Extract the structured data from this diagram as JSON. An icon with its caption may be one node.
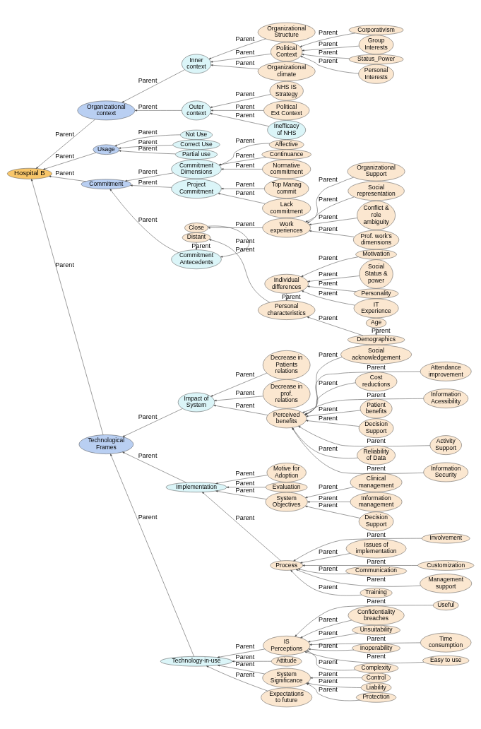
{
  "diagram": {
    "nodes": [
      {
        "text": [
          "Hospital B"
        ]
      },
      {
        "text": [
          "Organizational context"
        ]
      },
      {
        "text": [
          "Usage"
        ]
      },
      {
        "text": [
          "Partial use"
        ]
      },
      {
        "text": [
          "Not Use"
        ]
      },
      {
        "text": [
          "Correct Use"
        ]
      },
      {
        "text": [
          "Commitment"
        ]
      },
      {
        "text": [
          "Technological Frames"
        ]
      },
      {
        "text": [
          "Outer context"
        ]
      },
      {
        "text": [
          "Inner context"
        ]
      },
      {
        "text": [
          "NHS IS Strategy"
        ]
      },
      {
        "text": [
          "Political Ext Context"
        ]
      },
      {
        "text": [
          "Inefficacy of NHS"
        ]
      },
      {
        "text": [
          "Organizational Structure"
        ]
      },
      {
        "text": [
          "Political Context"
        ]
      },
      {
        "text": [
          "Organizational climate"
        ]
      },
      {
        "text": [
          "Project Commitment"
        ]
      },
      {
        "text": [
          "Lack commitment"
        ]
      },
      {
        "text": [
          "Top Manag commit"
        ]
      },
      {
        "text": [
          "Commitment Dimensions"
        ]
      },
      {
        "text": [
          "Affective"
        ]
      },
      {
        "text": [
          "Continuance"
        ]
      },
      {
        "text": [
          "Normative commitment"
        ]
      },
      {
        "text": [
          "Technology-in-use"
        ]
      },
      {
        "text": [
          "Attitude"
        ]
      },
      {
        "text": [
          "System Significance"
        ]
      },
      {
        "text": [
          "Expectations to future"
        ]
      },
      {
        "text": [
          "Liability"
        ]
      },
      {
        "text": [
          "Protection"
        ]
      },
      {
        "text": [
          "Control"
        ]
      },
      {
        "text": [
          "Impact of System"
        ]
      },
      {
        "text": [
          "Decrease in Patients relations"
        ]
      },
      {
        "text": [
          "Decrease in prof. relations"
        ]
      },
      {
        "text": [
          "Group Interests"
        ]
      },
      {
        "text": [
          "Status_Power"
        ]
      },
      {
        "text": [
          "Personal Interests"
        ]
      },
      {
        "text": [
          "Corporativism"
        ]
      },
      {
        "text": [
          "Commitment Antecedents"
        ]
      },
      {
        "text": [
          "Close"
        ]
      },
      {
        "text": [
          "Distant"
        ]
      },
      {
        "text": [
          "Personal characteristics"
        ]
      },
      {
        "text": [
          "Demographics"
        ]
      },
      {
        "text": [
          "Age"
        ]
      },
      {
        "text": [
          "Work experiences"
        ]
      },
      {
        "text": [
          "Social representation"
        ]
      },
      {
        "text": [
          "Conflict & role ambiguity"
        ]
      },
      {
        "text": [
          "Prof. work's dimensions"
        ]
      },
      {
        "text": [
          "Organizational Support"
        ]
      },
      {
        "text": [
          "Individual differences"
        ]
      },
      {
        "text": [
          "Social Status & power"
        ]
      },
      {
        "text": [
          "Personality"
        ]
      },
      {
        "text": [
          "IT Experience"
        ]
      },
      {
        "text": [
          "Motivation"
        ]
      },
      {
        "text": [
          "IS Perceptions"
        ]
      },
      {
        "text": [
          "Unsuitability"
        ]
      },
      {
        "text": [
          "Time consumption"
        ]
      },
      {
        "text": [
          "Inoperability"
        ]
      },
      {
        "text": [
          "Easy to use"
        ]
      },
      {
        "text": [
          "Complexity"
        ]
      },
      {
        "text": [
          "Useful"
        ]
      },
      {
        "text": [
          "Confidentiality breaches"
        ]
      },
      {
        "text": [
          "Implementation"
        ]
      },
      {
        "text": [
          "Motive for Adoption"
        ]
      },
      {
        "text": [
          "Evaluation"
        ]
      },
      {
        "text": [
          "System Objectives"
        ]
      },
      {
        "text": [
          "Decision Support"
        ]
      },
      {
        "text": [
          "Clinical management"
        ]
      },
      {
        "text": [
          "Information management"
        ]
      },
      {
        "text": [
          "Process"
        ]
      },
      {
        "text": [
          "Training"
        ]
      },
      {
        "text": [
          "Involvement"
        ]
      },
      {
        "text": [
          "Issues of implementation"
        ]
      },
      {
        "text": [
          "Customization"
        ]
      },
      {
        "text": [
          "Communication"
        ]
      },
      {
        "text": [
          "Management support"
        ]
      },
      {
        "text": [
          "Perceived benefits"
        ]
      },
      {
        "text": [
          "Decision Support"
        ]
      },
      {
        "text": [
          "Activity Support"
        ]
      },
      {
        "text": [
          "Reliability of Data"
        ]
      },
      {
        "text": [
          "Information Security"
        ]
      },
      {
        "text": [
          "Social acknowledgement"
        ]
      },
      {
        "text": [
          "Attendance improvement"
        ]
      },
      {
        "text": [
          "Cost reductions"
        ]
      },
      {
        "text": [
          "Information Acessibility"
        ]
      },
      {
        "text": [
          "Patient benefits"
        ]
      }
    ],
    "edges": [
      {
        "from": 1,
        "to": 0,
        "arrow": "to",
        "label": "Parent"
      },
      {
        "from": 2,
        "to": 0,
        "arrow": "to",
        "label": "Parent"
      },
      {
        "from": 3,
        "to": 2,
        "arrow": "to",
        "label": "Parent"
      },
      {
        "from": 4,
        "to": 2,
        "arrow": "to",
        "label": "Parent"
      },
      {
        "from": 5,
        "to": 2,
        "arrow": "to",
        "label": "Parent"
      },
      {
        "from": 6,
        "to": 0,
        "arrow": "to",
        "label": "Parent"
      },
      {
        "from": 7,
        "to": 0,
        "arrow": "to",
        "label": "Parent"
      },
      {
        "from": 8,
        "to": 1,
        "arrow": "to",
        "label": "Parent"
      },
      {
        "from": 9,
        "to": 1,
        "arrow": "to",
        "label": "Parent"
      },
      {
        "from": 10,
        "to": 8,
        "arrow": "to",
        "label": "Parent"
      },
      {
        "from": 11,
        "to": 8,
        "arrow": "to",
        "label": "Parent"
      },
      {
        "from": 12,
        "to": 8,
        "arrow": "to",
        "label": "Parent"
      },
      {
        "from": 13,
        "to": 9,
        "arrow": "to",
        "label": "Parent"
      },
      {
        "from": 14,
        "to": 9,
        "arrow": "to",
        "label": "Parent"
      },
      {
        "from": 15,
        "to": 9,
        "arrow": "to",
        "label": "Parent"
      },
      {
        "from": 16,
        "to": 6,
        "arrow": "to",
        "label": "Parent"
      },
      {
        "from": 17,
        "to": 16,
        "arrow": "to",
        "label": "Parent"
      },
      {
        "from": 18,
        "to": 16,
        "arrow": "to",
        "label": "Parent"
      },
      {
        "from": 19,
        "to": 6,
        "arrow": "to",
        "label": "Parent"
      },
      {
        "from": 20,
        "to": 19,
        "arrow": "to",
        "label": "Parent"
      },
      {
        "from": 21,
        "to": 19,
        "arrow": "to",
        "label": "Parent"
      },
      {
        "from": 22,
        "to": 19,
        "arrow": "to",
        "label": "Parent"
      },
      {
        "from": 37,
        "to": 6,
        "arrow": "to",
        "label": "Parent"
      },
      {
        "from": 23,
        "to": 7,
        "arrow": "to",
        "label": "Parent"
      },
      {
        "from": 24,
        "to": 23,
        "arrow": "to",
        "label": "Parent"
      },
      {
        "from": 25,
        "to": 23,
        "arrow": "to",
        "label": "Parent"
      },
      {
        "from": 26,
        "to": 23,
        "arrow": "to",
        "label": "Parent"
      },
      {
        "from": 27,
        "to": 25,
        "arrow": "to",
        "label": "Parent"
      },
      {
        "from": 28,
        "to": 25,
        "arrow": "to",
        "label": "Parent"
      },
      {
        "from": 29,
        "to": 25,
        "arrow": "to",
        "label": "Parent"
      },
      {
        "from": 53,
        "to": 23,
        "arrow": "to",
        "label": "Parent"
      },
      {
        "from": 30,
        "to": 7,
        "arrow": "to",
        "label": "Parent"
      },
      {
        "from": 31,
        "to": 30,
        "arrow": "to",
        "label": "Parent"
      },
      {
        "from": 32,
        "to": 30,
        "arrow": "to",
        "label": "Parent"
      },
      {
        "from": 61,
        "to": 7,
        "arrow": "to",
        "label": "Parent"
      },
      {
        "from": 75,
        "to": 30,
        "arrow": "to",
        "label": "Parent"
      },
      {
        "from": 33,
        "to": 14,
        "arrow": "to",
        "label": "Parent"
      },
      {
        "from": 34,
        "to": 14,
        "arrow": "to",
        "label": "Parent"
      },
      {
        "from": 35,
        "to": 14,
        "arrow": "to",
        "label": "Parent"
      },
      {
        "from": 36,
        "to": 14,
        "arrow": "to",
        "label": "Parent"
      },
      {
        "from": 38,
        "to": 37,
        "arrow": "to",
        "label": "Parent"
      },
      {
        "from": 39,
        "to": 37,
        "arrow": "to",
        "label": "Parent"
      },
      {
        "from": 43,
        "to": 38,
        "arrow": "to",
        "label": "Parent"
      },
      {
        "from": 40,
        "to": 39,
        "arrow": "to",
        "label": "Parent"
      },
      {
        "from": 41,
        "to": 40,
        "arrow": "to",
        "label": "Parent"
      },
      {
        "from": 42,
        "to": 41,
        "arrow": "to",
        "label": "Parent"
      },
      {
        "from": 48,
        "to": 40,
        "arrow": "to",
        "label": "Parent"
      },
      {
        "from": 44,
        "to": 43,
        "arrow": "to",
        "label": "Parent"
      },
      {
        "from": 45,
        "to": 43,
        "arrow": "to",
        "label": "Parent"
      },
      {
        "from": 46,
        "to": 43,
        "arrow": "to",
        "label": "Parent"
      },
      {
        "from": 47,
        "to": 43,
        "arrow": "to",
        "label": "Parent"
      },
      {
        "from": 49,
        "to": 48,
        "arrow": "to",
        "label": "Parent"
      },
      {
        "from": 50,
        "to": 48,
        "arrow": "to",
        "label": "Parent"
      },
      {
        "from": 51,
        "to": 48,
        "arrow": "to",
        "label": "Parent"
      },
      {
        "from": 52,
        "to": 48,
        "arrow": "to",
        "label": "Parent"
      },
      {
        "from": 54,
        "to": 53,
        "arrow": "to",
        "label": "Parent"
      },
      {
        "from": 55,
        "to": 53,
        "arrow": "to",
        "label": "Parent"
      },
      {
        "from": 56,
        "to": 53,
        "arrow": "to",
        "label": "Parent"
      },
      {
        "from": 57,
        "to": 53,
        "arrow": "to",
        "label": "Parent"
      },
      {
        "from": 58,
        "to": 53,
        "arrow": "to",
        "label": "Parent"
      },
      {
        "from": 59,
        "to": 53,
        "arrow": "to",
        "label": "Parent"
      },
      {
        "from": 60,
        "to": 53,
        "arrow": "to",
        "label": "Parent"
      },
      {
        "from": 62,
        "to": 61,
        "arrow": "to",
        "label": "Parent"
      },
      {
        "from": 63,
        "to": 61,
        "arrow": "to",
        "label": "Parent"
      },
      {
        "from": 64,
        "to": 61,
        "arrow": "to",
        "label": "Parent"
      },
      {
        "from": 68,
        "to": 61,
        "arrow": "to",
        "label": "Parent"
      },
      {
        "from": 65,
        "to": 64,
        "arrow": "to",
        "label": "Parent"
      },
      {
        "from": 66,
        "to": 64,
        "arrow": "to",
        "label": "Parent"
      },
      {
        "from": 67,
        "to": 64,
        "arrow": "to",
        "label": "Parent"
      },
      {
        "from": 69,
        "to": 68,
        "arrow": "to",
        "label": "Parent"
      },
      {
        "from": 70,
        "to": 68,
        "arrow": "to",
        "label": "Parent"
      },
      {
        "from": 71,
        "to": 68,
        "arrow": "to",
        "label": "Parent"
      },
      {
        "from": 72,
        "to": 68,
        "arrow": "to",
        "label": "Parent"
      },
      {
        "from": 73,
        "to": 68,
        "arrow": "to",
        "label": "Parent"
      },
      {
        "from": 74,
        "to": 68,
        "arrow": "to",
        "label": "Parent"
      },
      {
        "from": 76,
        "to": 75,
        "arrow": "to",
        "label": "Parent"
      },
      {
        "from": 77,
        "to": 75,
        "arrow": "to",
        "label": "Parent"
      },
      {
        "from": 78,
        "to": 75,
        "arrow": "to",
        "label": "Parent"
      },
      {
        "from": 79,
        "to": 75,
        "arrow": "to",
        "label": "Parent"
      },
      {
        "from": 80,
        "to": 75,
        "arrow": "to",
        "label": "Parent"
      },
      {
        "from": 81,
        "to": 75,
        "arrow": "to",
        "label": "Parent"
      },
      {
        "from": 82,
        "to": 75,
        "arrow": "to",
        "label": "Parent"
      },
      {
        "from": 83,
        "to": 75,
        "arrow": "to",
        "label": "Parent"
      },
      {
        "from": 84,
        "to": 75,
        "arrow": "to",
        "label": "Parent"
      }
    ]
  }
}
